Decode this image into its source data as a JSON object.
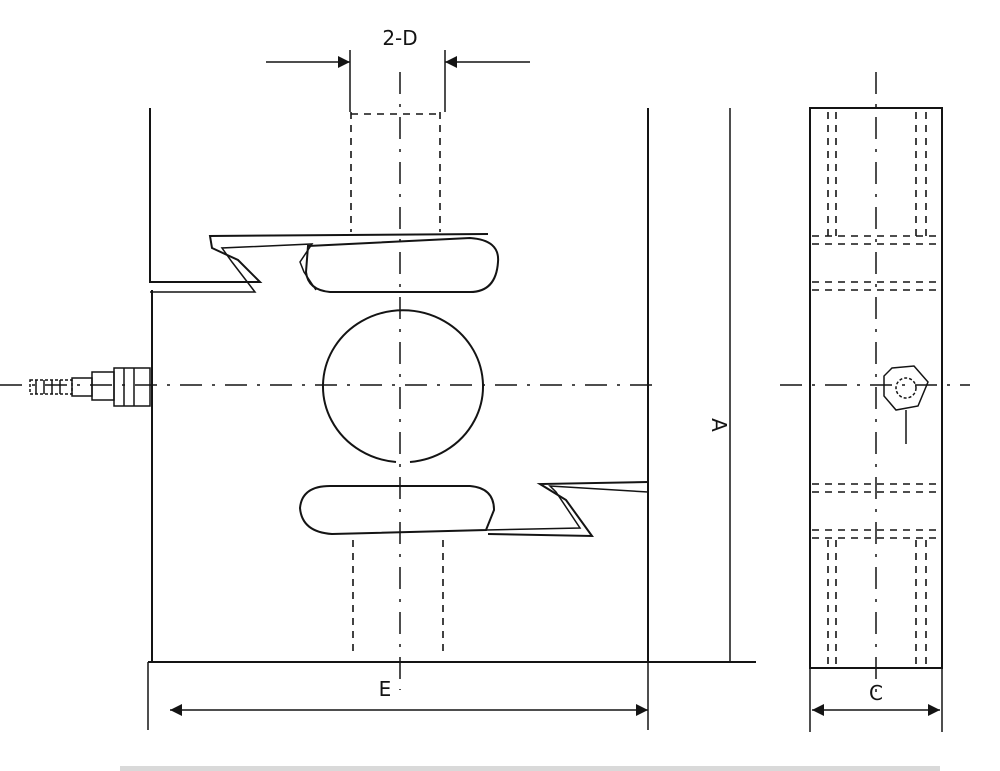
{
  "labels": {
    "thread_dim": "2-D",
    "height_dim": "A",
    "width_dim": "E",
    "thickness_dim": "C"
  },
  "colors": {
    "line": "#141414",
    "background": "#ffffff"
  }
}
